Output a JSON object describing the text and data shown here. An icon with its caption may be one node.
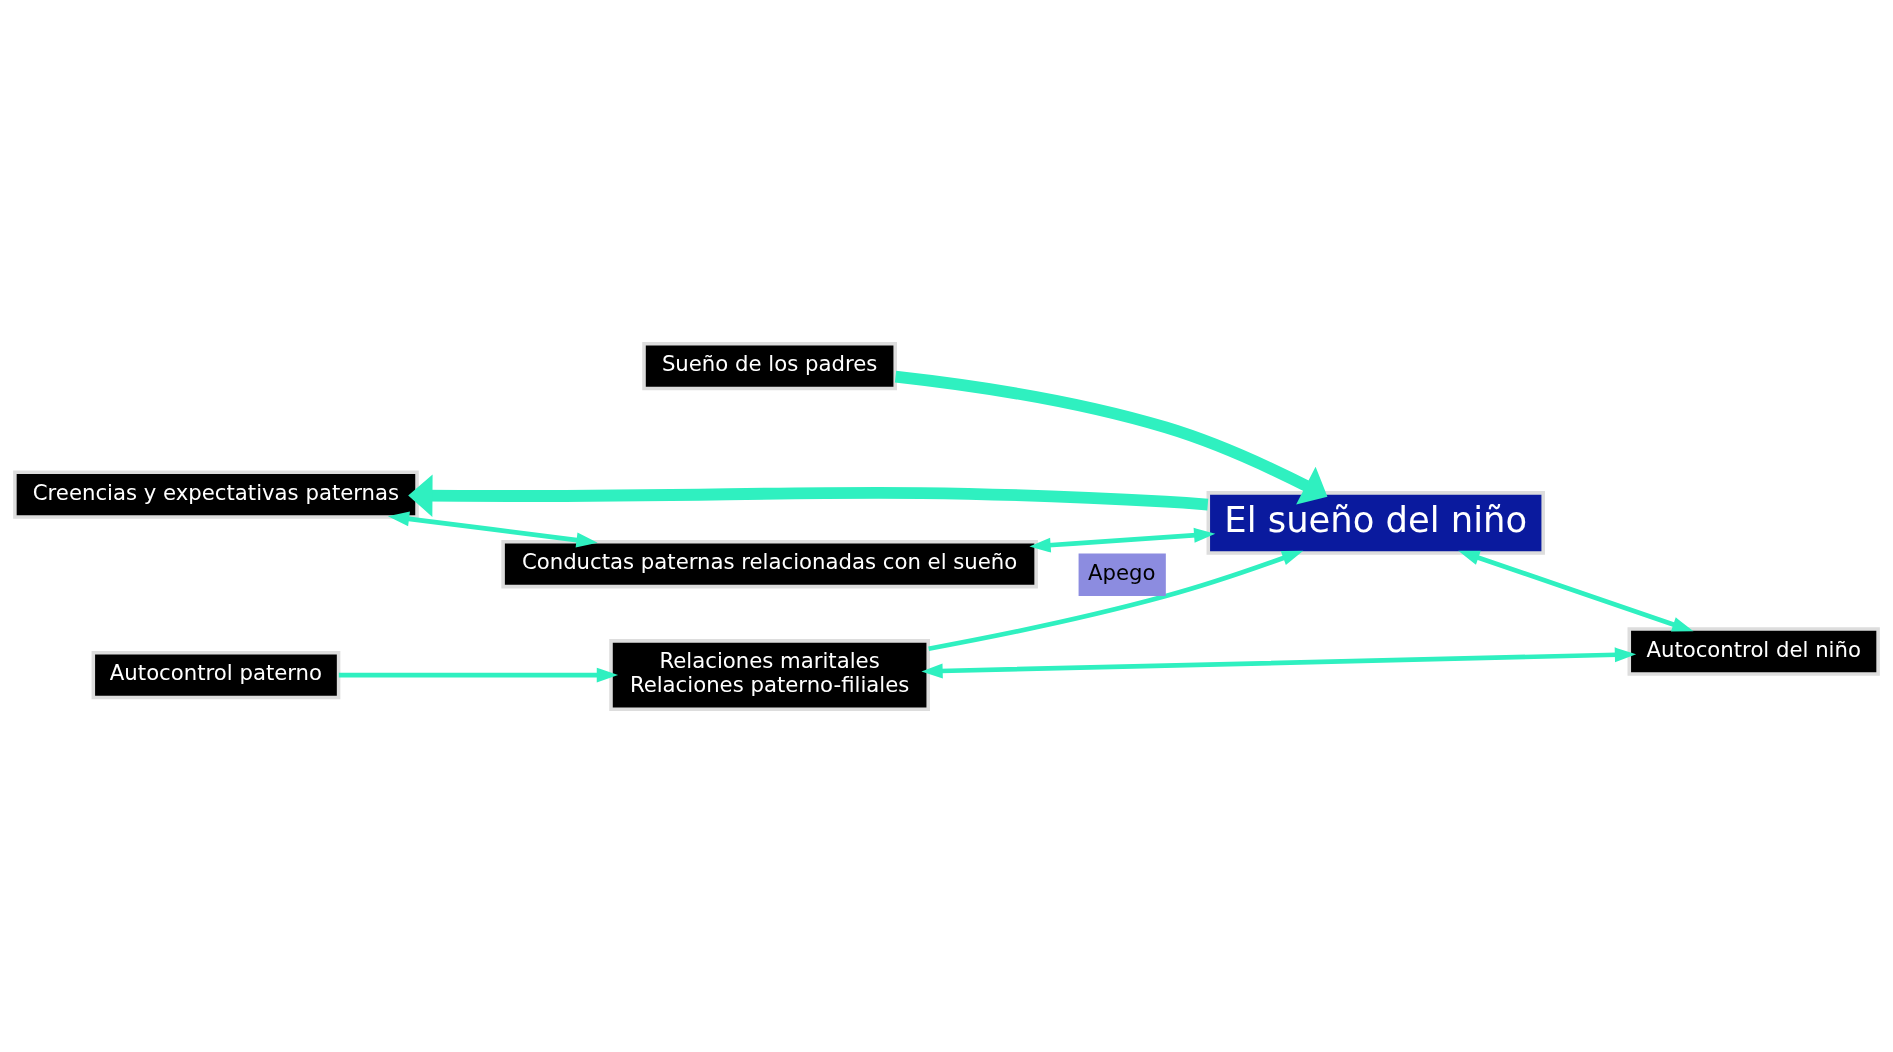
{
  "diagram": {
    "nodes": [
      {
        "text": [
          "Creencias y expectativas paternas"
        ]
      },
      {
        "text": [
          "Conductas paternas relacionadas con el sueño"
        ]
      },
      {
        "text": [
          "El sueño del niño"
        ]
      },
      {
        "text": [
          "Autocontrol paterno"
        ]
      },
      {
        "text": [
          "Relaciones maritales",
          "Relaciones paterno-filiales"
        ]
      },
      {
        "text": [
          "Autocontrol del niño"
        ]
      },
      {
        "text": [
          "Sueño de los padres"
        ]
      }
    ],
    "edges": [
      {
        "from": 2,
        "to": 0,
        "arrow": "to",
        "style": "thick"
      },
      {
        "from": 0,
        "to": 1,
        "arrow": "both"
      },
      {
        "from": 1,
        "to": 2,
        "arrow": "both"
      },
      {
        "from": 3,
        "to": 4,
        "arrow": "to"
      },
      {
        "from": 4,
        "to": 2,
        "arrow": "to",
        "label": "Apego"
      },
      {
        "from": 2,
        "to": 5,
        "arrow": "both"
      },
      {
        "from": 4,
        "to": 5,
        "arrow": "both"
      },
      {
        "from": 6,
        "to": 2,
        "arrow": "to",
        "style": "thick"
      }
    ]
  }
}
